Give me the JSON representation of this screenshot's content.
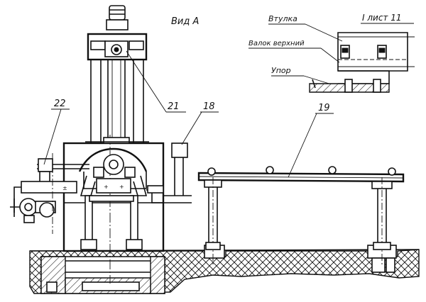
{
  "view_label": "Вид А",
  "sheet_label": "I лист 11",
  "callouts": {
    "c21": "21",
    "c22": "22",
    "c18": "18",
    "c19": "19"
  },
  "inset_labels": {
    "bushing": "Втулка",
    "upper_shaft": "Валок верхний",
    "stop": "Упор"
  }
}
